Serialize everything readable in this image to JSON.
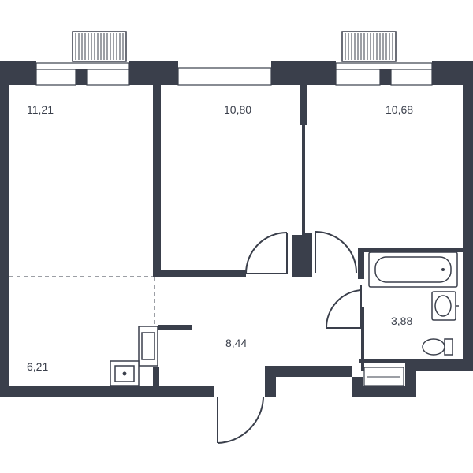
{
  "plan": {
    "wall_color": "#3a3f4b",
    "background": "#ffffff",
    "rooms": [
      {
        "id": "room-left",
        "area": "11,21"
      },
      {
        "id": "room-middle",
        "area": "10,80"
      },
      {
        "id": "room-right",
        "area": "10,68"
      },
      {
        "id": "kitchen-zone",
        "area": "6,21"
      },
      {
        "id": "hallway",
        "area": "8,44"
      },
      {
        "id": "bathroom",
        "area": "3,88"
      }
    ],
    "icons": {
      "radiator": "radiator-icon",
      "bathtub": "bathtub-icon",
      "sink": "sink-icon",
      "toilet": "toilet-icon",
      "stove": "stove-icon",
      "door": "door-swing-icon"
    }
  }
}
